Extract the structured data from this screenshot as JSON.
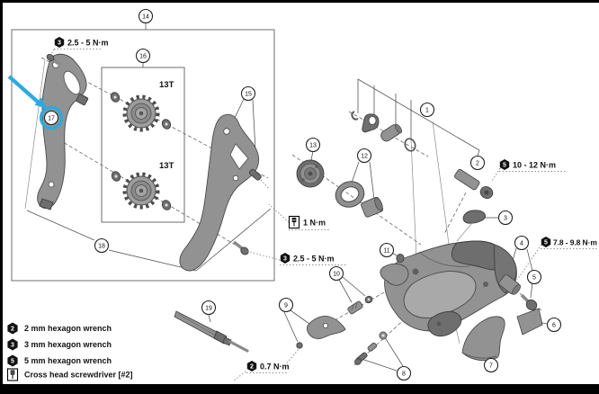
{
  "figure": {
    "description": "Exploded parts diagram of a bicycle rear derailleur with numbered callouts, tightening torque notes and a tool legend"
  },
  "colors": {
    "background": "#ffffff",
    "highlight": "#29abe2",
    "line": "#555555",
    "part_fill": "#929292",
    "text": "#111111"
  },
  "highlight": {
    "target_part": "17",
    "style": "arrow-and-ring"
  },
  "callouts": {
    "p1": "1",
    "p2": "2",
    "p3": "3",
    "p4": "4",
    "p5": "5",
    "p6": "6",
    "p7": "7",
    "p8": "8",
    "p9": "9",
    "p10": "10",
    "p11": "11",
    "p12": "12",
    "p13": "13",
    "p14": "14",
    "p15": "15",
    "p16": "16",
    "p17": "17",
    "p18": "18",
    "p19": "19"
  },
  "pulleys": {
    "top_teeth": "13T",
    "bottom_teeth": "13T"
  },
  "torque_notes": {
    "inner_plate_screw": {
      "tool_badge": "3",
      "value": "2.5 - 5 N·m"
    },
    "outer_plate_screw": {
      "tool_badge": "3",
      "value": "2.5 - 5 N·m"
    },
    "pulley_bolt": {
      "tool_icon": "cross-head-screwdriver",
      "value": "1 N·m"
    },
    "bracket_axle_bolt": {
      "tool_badge": "5",
      "value": "10 - 12 N·m"
    },
    "cable_fixing_bolt": {
      "tool_badge": "5",
      "value": "7.8 - 9.8 N·m"
    },
    "guide_screw": {
      "tool_badge": "2",
      "value": "0.7 N·m"
    }
  },
  "legend": {
    "items": [
      {
        "badge": "2",
        "badge_type": "hexagon",
        "label": "2 mm hexagon wrench"
      },
      {
        "badge": "3",
        "badge_type": "hexagon",
        "label": "3 mm hexagon wrench"
      },
      {
        "badge": "5",
        "badge_type": "hexagon",
        "label": "5 mm hexagon wrench"
      },
      {
        "badge": "",
        "badge_type": "screwdriver",
        "label": "Cross head screwdriver [#2]"
      }
    ]
  }
}
